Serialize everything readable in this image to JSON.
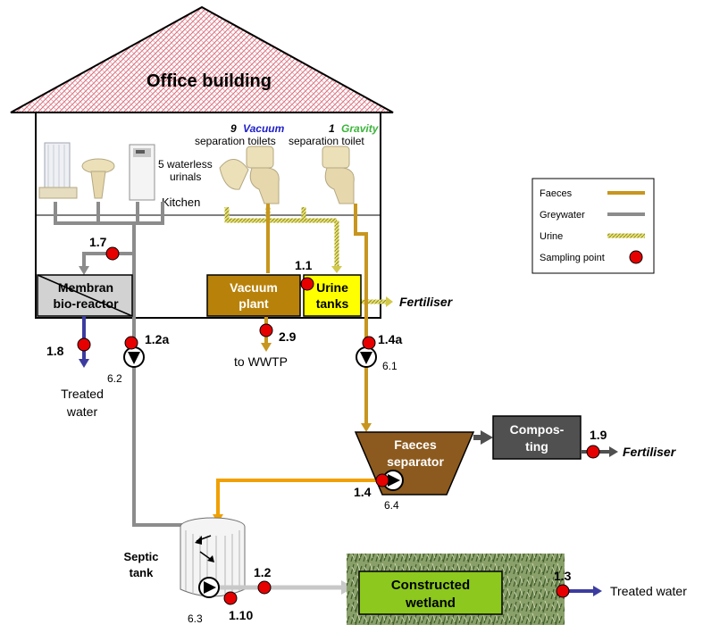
{
  "building": {
    "title": "Office building",
    "vacuum_count": "9",
    "vacuum_word": "Vacuum",
    "vacuum_sub": "separation toilets",
    "gravity_count": "1",
    "gravity_word": "Gravity",
    "gravity_sub": "separation toilet",
    "urinals_line1": "5 waterless",
    "urinals_line2": "urinals",
    "kitchen": "Kitchen"
  },
  "units": {
    "mbr_line1": "Membran",
    "mbr_line2": "bio-reactor",
    "vacuum_plant_line1": "Vacuum",
    "vacuum_plant_line2": "plant",
    "urine_tanks_line1": "Urine",
    "urine_tanks_line2": "tanks",
    "faeces_sep_line1": "Faeces",
    "faeces_sep_line2": "separator",
    "composting_line1": "Compos-",
    "composting_line2": "ting",
    "septic_line1": "Septic",
    "septic_line2": "tank",
    "wetland_line1": "Constructed",
    "wetland_line2": "wetland"
  },
  "outputs": {
    "fertiliser_urine": "Fertiliser",
    "fertiliser_compost": "Fertiliser",
    "treated_mbr_line1": "Treated",
    "treated_mbr_line2": "water",
    "to_wwtp": "to WWTP",
    "treated_wetland": "Treated water"
  },
  "sampling_points": [
    "1.7",
    "1.1",
    "1.8",
    "1.2a",
    "2.9",
    "1.4a",
    "1.9",
    "1.4",
    "1.2",
    "1.3",
    "1.10"
  ],
  "pumps": [
    "6.2",
    "6.1",
    "6.4",
    "6.3"
  ],
  "legend": {
    "items": [
      {
        "label": "Faeces",
        "color": "#c8961e",
        "style": "solid"
      },
      {
        "label": "Greywater",
        "color": "#8c8c8c",
        "style": "solid"
      },
      {
        "label": "Urine",
        "color": "#c8c850",
        "style": "hatched"
      },
      {
        "label": "Sampling point",
        "color": "#e60000",
        "style": "dot"
      }
    ]
  },
  "colors": {
    "faeces": "#c8961e",
    "greywater": "#8c8c8c",
    "urine": "#d2c84b",
    "treated": "#3c3ca0",
    "sample": "#e60000",
    "vacuum_word": "#1e1ec8",
    "gravity_word": "#3cb43c"
  }
}
